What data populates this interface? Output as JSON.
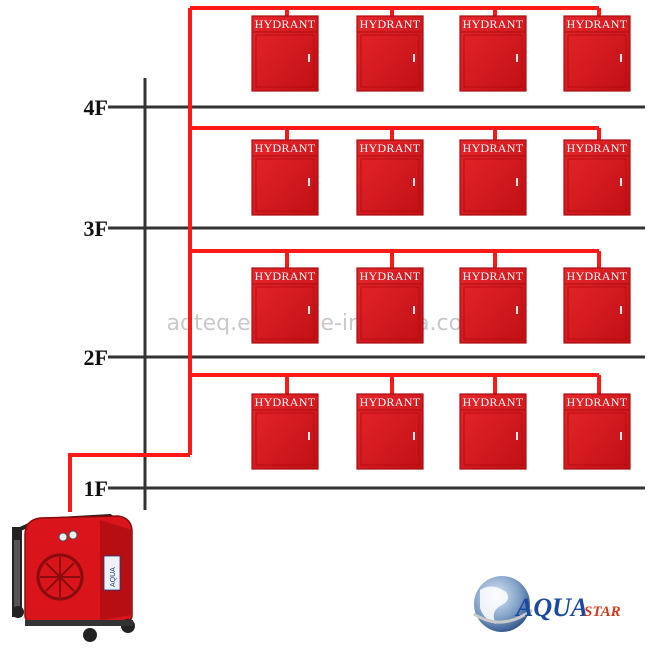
{
  "floors": [
    "1F",
    "2F",
    "3F",
    "4F"
  ],
  "cabinet_label": "HYDRANT",
  "watermark": "aqteq.en.made-in-china.com",
  "logo": {
    "word1": "AQUA",
    "word2": "STAR"
  },
  "pump_badge": "AQUA",
  "colors": {
    "pipe": "#ff1a1a",
    "cabinet": "#d9151b",
    "cabinet_dark": "#a80e12",
    "floor_line": "#333333"
  }
}
